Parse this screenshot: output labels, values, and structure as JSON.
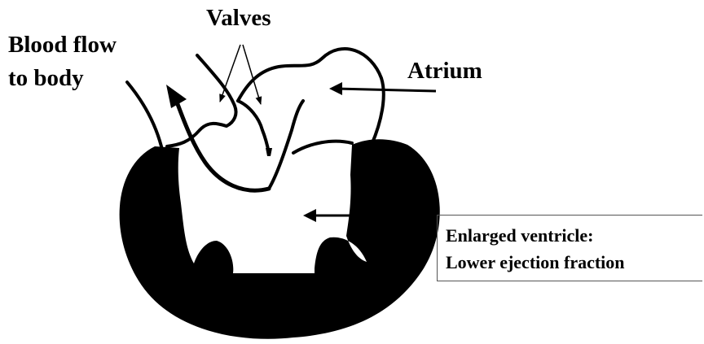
{
  "labels": {
    "blood_flow_line1": "Blood flow",
    "blood_flow_line2": "to body",
    "valves": "Valves",
    "atrium": "Atrium",
    "ventricle_line1": "Enlarged ventricle:",
    "ventricle_line2": "Lower ejection fraction"
  },
  "colors": {
    "ink": "#000000",
    "background": "#ffffff",
    "box_border": "#555555"
  },
  "icons": {
    "flow_arrow": "arrow-up-left-icon",
    "pointer_arrow": "arrow-left-icon"
  }
}
